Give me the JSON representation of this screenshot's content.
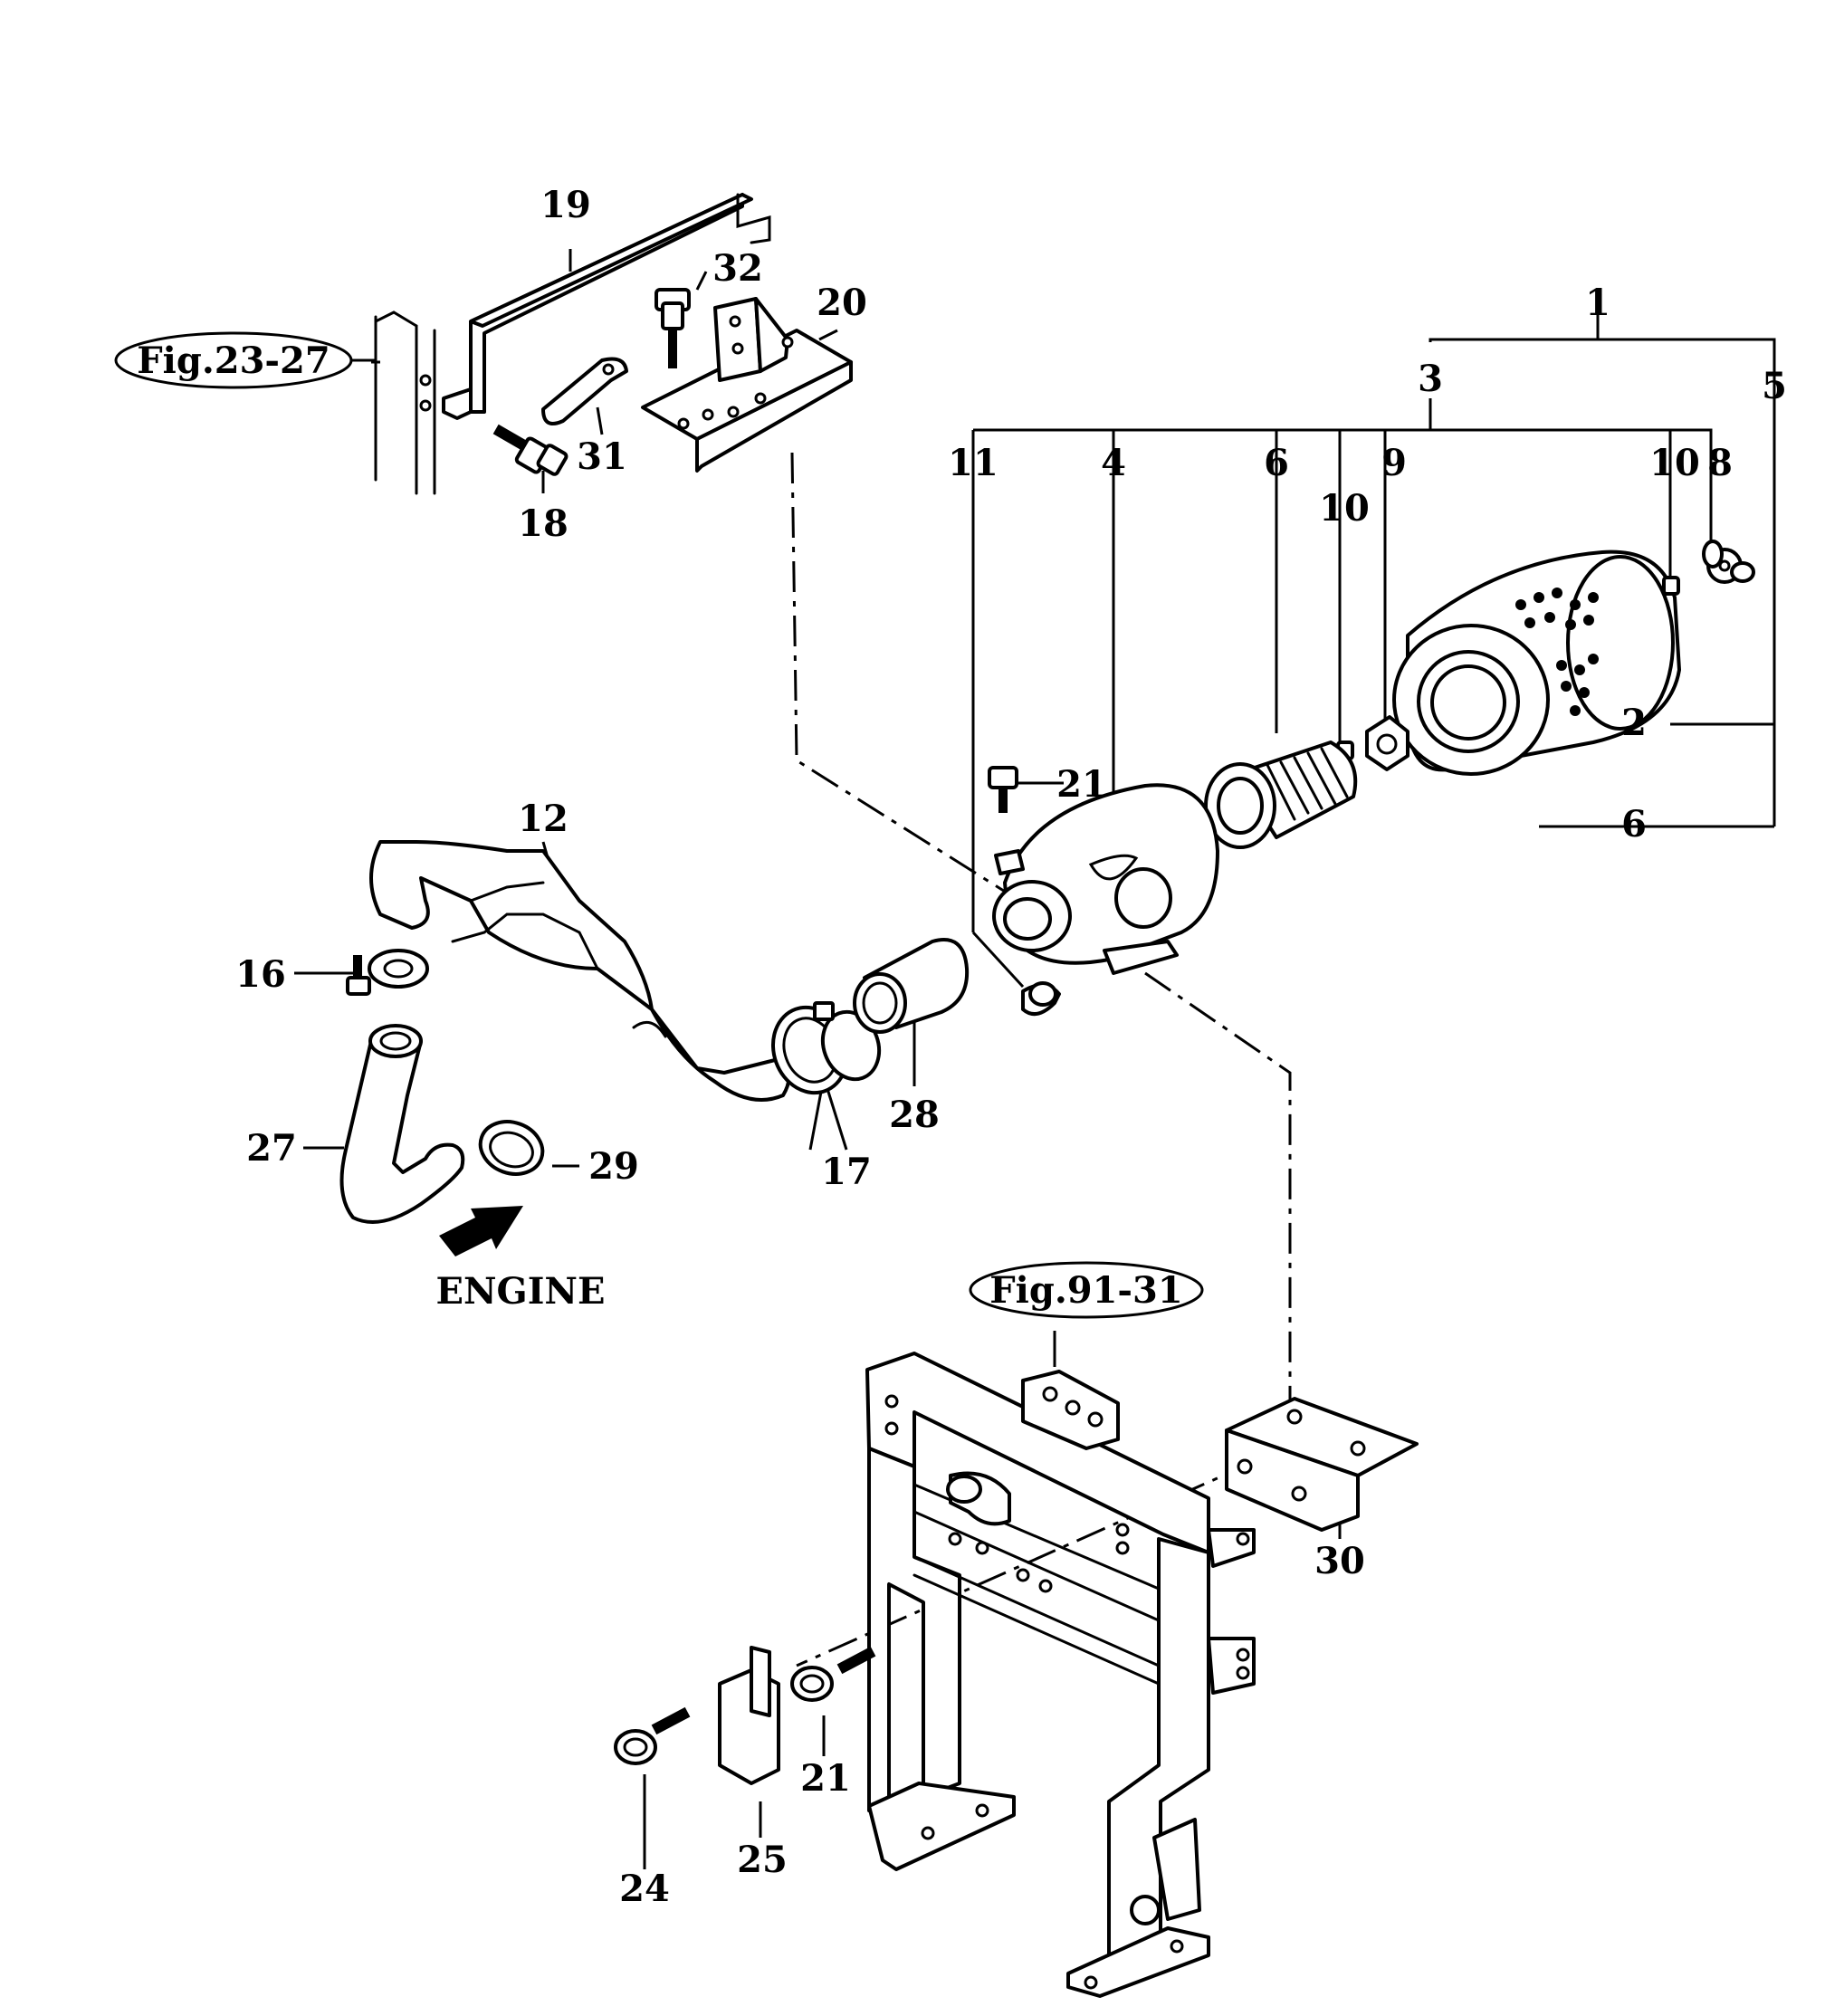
{
  "figure_refs": {
    "ref_a": "Fig.23-27",
    "ref_b": "Fig.91-31"
  },
  "direction": "ENGINE",
  "callouts": {
    "p1": "1",
    "p2": "2",
    "p3": "3",
    "p4": "4",
    "p5": "5",
    "p6a": "6",
    "p6b": "6",
    "p8": "8",
    "p9": "9",
    "p10a": "10",
    "p10b": "10",
    "p11": "11",
    "p12": "12",
    "p16": "16",
    "p17": "17",
    "p18": "18",
    "p19": "19",
    "p20": "20",
    "p21a": "21",
    "p21b": "21",
    "p24": "24",
    "p25": "25",
    "p27": "27",
    "p28": "28",
    "p29": "29",
    "p30": "30",
    "p31": "31",
    "p32": "32"
  }
}
